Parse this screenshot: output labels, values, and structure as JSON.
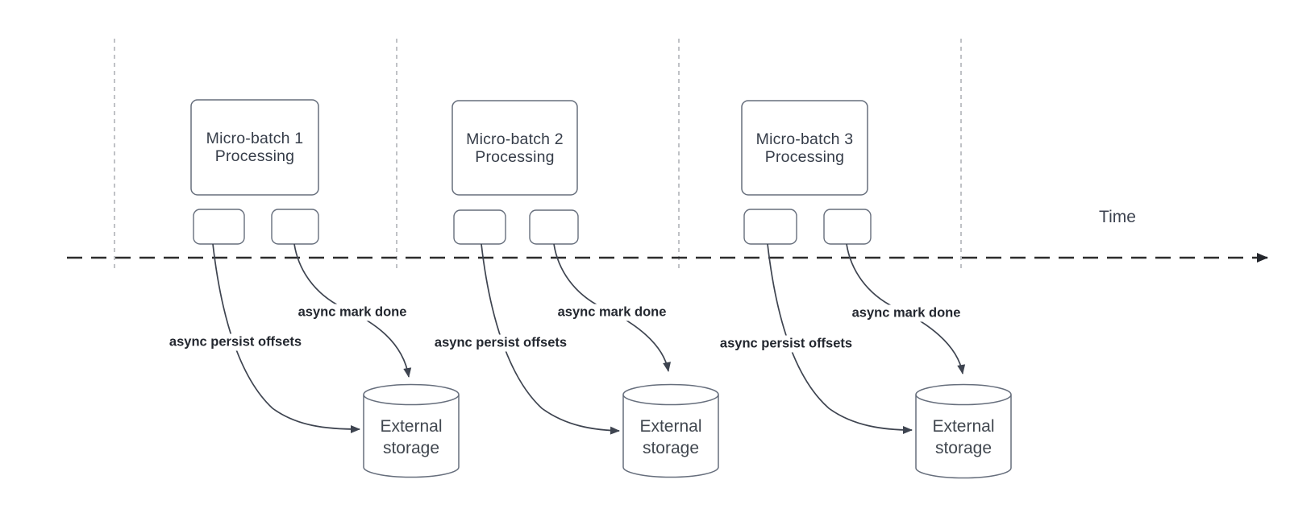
{
  "diagram": {
    "time_axis_label": "Time",
    "groups": [
      {
        "processing_label": "Micro-batch 1 Processing",
        "persist_offsets_label": "async persist offsets",
        "mark_done_label": "async mark done",
        "storage_label": "External storage"
      },
      {
        "processing_label": "Micro-batch 2 Processing",
        "persist_offsets_label": "async persist offsets",
        "mark_done_label": "async mark done",
        "storage_label": "External storage"
      },
      {
        "processing_label": "Micro-batch 3 Processing",
        "persist_offsets_label": "async persist offsets",
        "mark_done_label": "async mark done",
        "storage_label": "External storage"
      }
    ],
    "colors": {
      "arrow_stroke": "#3e4450",
      "box_border": "#666e7c",
      "timeline_stroke": "#2c2c2c",
      "boundary_stroke": "#abaeb4",
      "bold_label_text": "#23272f",
      "box_text": "#363d49"
    }
  }
}
